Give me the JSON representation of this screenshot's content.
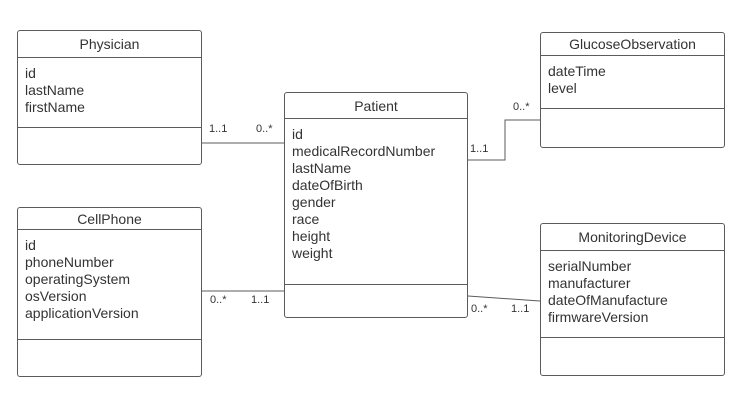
{
  "colors": {
    "background": "#ffffff",
    "stroke": "#5b5b5b",
    "text": "#333333"
  },
  "classes": [
    {
      "name": "Physician",
      "attributes": [
        "id",
        "lastName",
        "firstName"
      ]
    },
    {
      "name": "GlucoseObservation",
      "attributes": [
        "dateTime",
        "level"
      ]
    },
    {
      "name": "Patient",
      "attributes": [
        "id",
        "medicalRecordNumber",
        "lastName",
        "dateOfBirth",
        "gender",
        "race",
        "height",
        "weight"
      ]
    },
    {
      "name": "CellPhone",
      "attributes": [
        "id",
        "phoneNumber",
        "operatingSystem",
        "osVersion",
        "applicationVersion"
      ]
    },
    {
      "name": "MonitoringDevice",
      "attributes": [
        "serialNumber",
        "manufacturer",
        "dateOfManufacture",
        "firmwareVersion"
      ]
    }
  ],
  "relationships": [
    {
      "from": "Physician",
      "to": "Patient",
      "from_label": "1..1",
      "to_label": "0..*"
    },
    {
      "from": "Patient",
      "to": "GlucoseObservation",
      "from_label": "1..1",
      "to_label": "0..*"
    },
    {
      "from": "CellPhone",
      "to": "Patient",
      "from_label": "0..*",
      "to_label": "1..1"
    },
    {
      "from": "Patient",
      "to": "MonitoringDevice",
      "from_label": "0..*",
      "to_label": "1..1"
    }
  ]
}
